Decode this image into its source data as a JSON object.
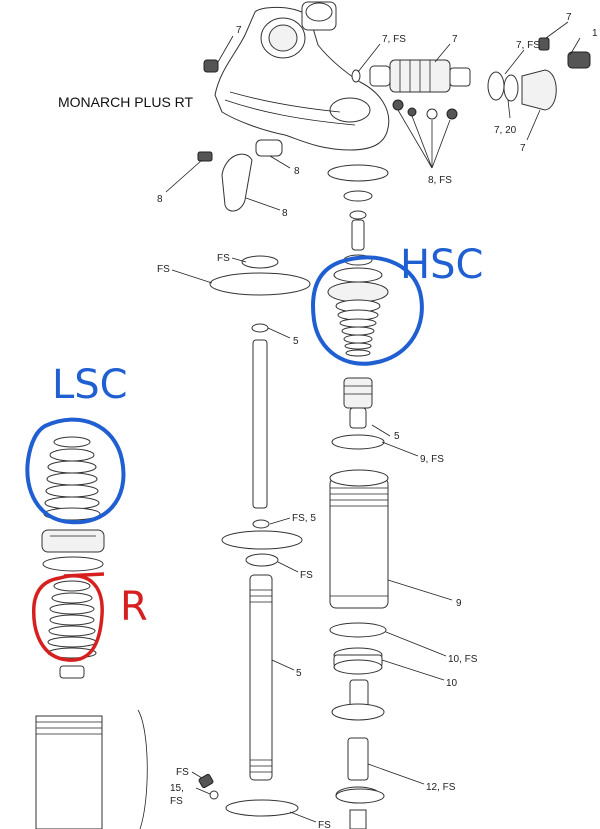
{
  "title": "MONARCH PLUS RT",
  "annotations": {
    "hsc": "HSC",
    "lsc": "LSC",
    "r": "R"
  },
  "colors": {
    "blue_markup": "#1f5fd1",
    "red_markup": "#d62020",
    "line": "#333333"
  },
  "callouts": [
    {
      "id": "c1",
      "text": "7"
    },
    {
      "id": "c2",
      "text": "7, FS"
    },
    {
      "id": "c3",
      "text": "7"
    },
    {
      "id": "c4",
      "text": "7, FS"
    },
    {
      "id": "c5",
      "text": "7"
    },
    {
      "id": "c6",
      "text": "1"
    },
    {
      "id": "c7",
      "text": "7, 20"
    },
    {
      "id": "c8",
      "text": "7"
    },
    {
      "id": "c9",
      "text": "8"
    },
    {
      "id": "c10",
      "text": "8"
    },
    {
      "id": "c11",
      "text": "8"
    },
    {
      "id": "c12",
      "text": "8, FS"
    },
    {
      "id": "c13",
      "text": "FS"
    },
    {
      "id": "c14",
      "text": "FS"
    },
    {
      "id": "c15",
      "text": "5"
    },
    {
      "id": "c16",
      "text": "5"
    },
    {
      "id": "c17",
      "text": "9, FS"
    },
    {
      "id": "c18",
      "text": "FS, 5"
    },
    {
      "id": "c19",
      "text": "FS"
    },
    {
      "id": "c20",
      "text": "9"
    },
    {
      "id": "c21",
      "text": "10, FS"
    },
    {
      "id": "c22",
      "text": "10"
    },
    {
      "id": "c23",
      "text": "5"
    },
    {
      "id": "c24",
      "text": "FS"
    },
    {
      "id": "c25",
      "text": "15,"
    },
    {
      "id": "c26",
      "text": "FS"
    },
    {
      "id": "c27",
      "text": "12, FS"
    },
    {
      "id": "c28",
      "text": "FS"
    }
  ]
}
